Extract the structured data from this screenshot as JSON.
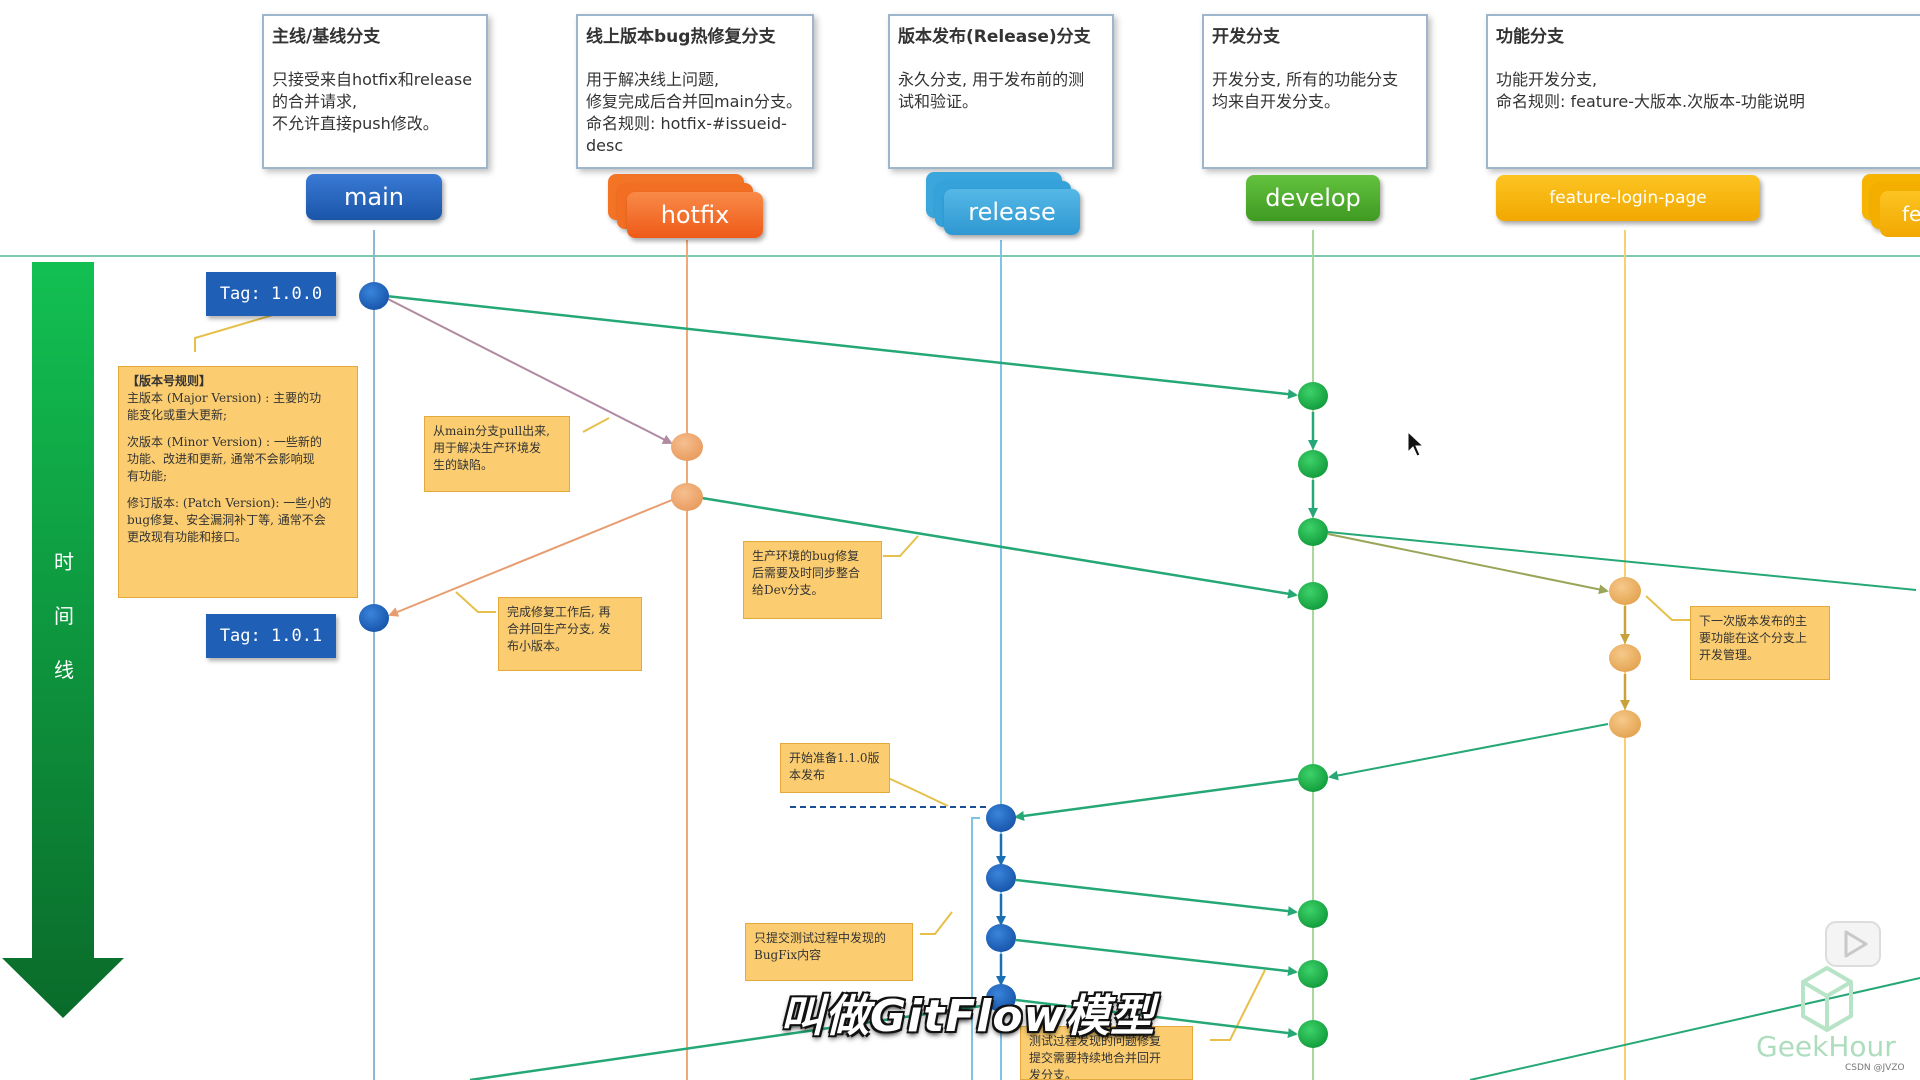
{
  "descriptions": {
    "main": {
      "title": "主线/基线分支",
      "lines": [
        "只接受来自hotfix和release",
        "的合并请求,",
        "不允许直接push修改。"
      ]
    },
    "hotfix": {
      "title": "线上版本bug热修复分支",
      "lines": [
        "用于解决线上问题,",
        "修复完成后合并回main分支。",
        "命名规则: hotfix-#issueid-",
        "desc"
      ]
    },
    "release": {
      "title": "版本发布(Release)分支",
      "lines": [
        "永久分支, 用于发布前的测",
        "试和验证。"
      ]
    },
    "develop": {
      "title": "开发分支",
      "lines": [
        "开发分支, 所有的功能分支",
        "均来自开发分支。"
      ]
    },
    "feature": {
      "title": "功能分支",
      "lines": [
        "功能开发分支,",
        "命名规则: feature-大版本.次版本-功能说明"
      ]
    }
  },
  "branches": {
    "main": "main",
    "hotfix": "hotfix",
    "release": "release",
    "develop": "develop",
    "feature": "feature-login-page",
    "feature_partial": "fe"
  },
  "colors": {
    "main": "#1f5fb5",
    "hotfix": "#f46622",
    "release": "#3aa6dc",
    "develop": "#4cab2c",
    "feature": "#f9b400",
    "arrow_green": "#25a875",
    "arrow_blue": "#1a6fb3",
    "arrow_orange": "#e89d70",
    "note_bg": "#fbcd70",
    "timeline": "#0fb64a"
  },
  "tags": {
    "tag1": "Tag: 1.0.0",
    "tag2": "Tag: 1.0.1"
  },
  "timeline_label": [
    "时",
    "间",
    "线"
  ],
  "notes": {
    "version_rules": {
      "title": "【版本号规则】",
      "major": [
        "主版本 (Major Version) : 主要的功",
        "能变化或重大更新;"
      ],
      "minor": [
        "次版本 (Minor Version) : 一些新的",
        "功能、改进和更新, 通常不会影响现",
        "有功能;"
      ],
      "patch": [
        "修订版本: (Patch Version): 一些小的",
        "bug修复、安全漏洞补丁等, 通常不会",
        "更改现有功能和接口。"
      ]
    },
    "pull_from_main": [
      "从main分支pull出来,",
      "用于解决生产环境发",
      "生的缺陷。"
    ],
    "merge_back": [
      "完成修复工作后, 再",
      "合并回生产分支, 发",
      "布小版本。"
    ],
    "prod_bug": [
      "生产环境的bug修复",
      "后需要及时同步整合",
      "给Dev分支。"
    ],
    "next_release": [
      "下一次版本发布的主",
      "要功能在这个分支上",
      "开发管理。"
    ],
    "prepare_release": [
      "开始准备1.1.0版",
      "本发布"
    ],
    "bugfix_only": [
      "只提交测试过程中发现的",
      "BugFix内容"
    ],
    "test_fix": [
      "测试过程发现的问题修复",
      "提交需要持续地合并回开",
      "发分支。"
    ]
  },
  "subtitle": "叫做GitFlow模型",
  "brand": "GeekHour",
  "credit": "CSDN @JVZO"
}
